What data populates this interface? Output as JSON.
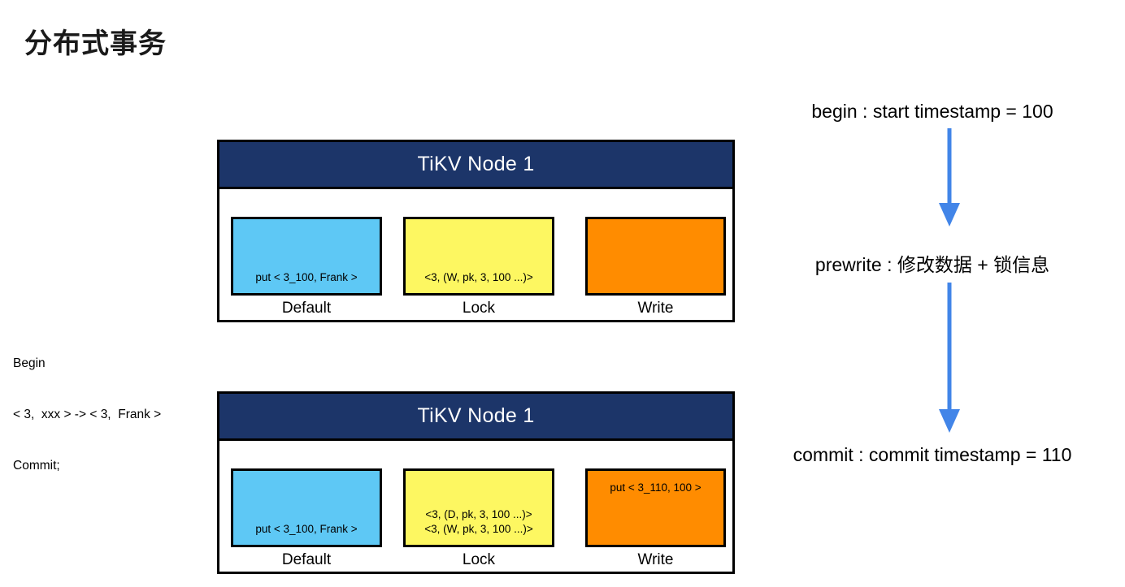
{
  "slide": {
    "title": "分布式事务"
  },
  "sql_snippet": {
    "lines": [
      "Begin",
      "< 3,  xxx > -> < 3,  Frank >",
      "Commit;"
    ]
  },
  "colors": {
    "header_navy": "#1c3569",
    "default_cf_blue": "#5ec8f5",
    "lock_cf_yellow": "#fdf761",
    "write_cf_orange": "#ff8c00",
    "arrow_blue": "#4285e8",
    "card_border": "#000000"
  },
  "nodes": [
    {
      "header": "TiKV Node 1",
      "columns": [
        {
          "label": "Default",
          "value": "put < 3_100, Frank >",
          "fill": "blue"
        },
        {
          "label": "Lock",
          "value": "<3, (W, pk, 3, 100 ...)>",
          "fill": "yellow"
        },
        {
          "label": "Write",
          "value": "",
          "fill": "orange"
        }
      ]
    },
    {
      "header": "TiKV Node 1",
      "columns": [
        {
          "label": "Default",
          "value": "put < 3_100, Frank >",
          "fill": "blue"
        },
        {
          "label": "Lock",
          "value": "<3, (D, pk, 3, 100 ...)>\n<3, (W, pk, 3, 100 ...)>",
          "fill": "yellow"
        },
        {
          "label": "Write",
          "value": "put < 3_110, 100 >",
          "fill": "orange"
        }
      ]
    }
  ],
  "timeline": {
    "steps": [
      {
        "text": "begin : start timestamp = 100"
      },
      {
        "text": "prewrite : 修改数据 + 锁信息"
      },
      {
        "text": "commit : commit timestamp = 110"
      }
    ],
    "arrows": [
      {
        "name": "arrow-begin-to-prewrite"
      },
      {
        "name": "arrow-prewrite-to-commit"
      }
    ]
  }
}
